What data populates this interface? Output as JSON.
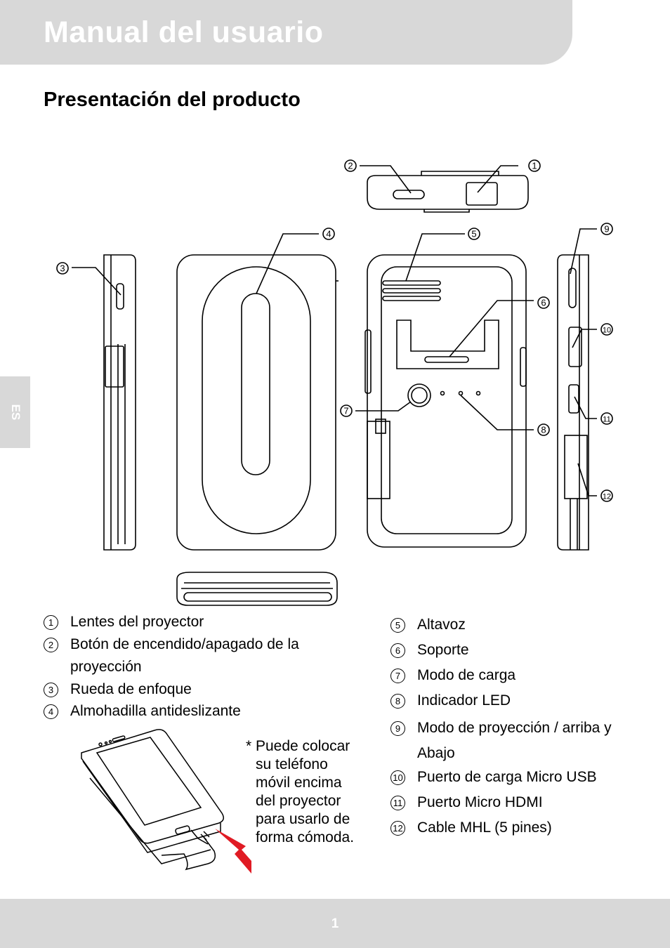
{
  "header": {
    "title": "Manual del usuario"
  },
  "section": {
    "title": "Presentación del producto"
  },
  "language_tab": "ES",
  "callouts": [
    "1",
    "2",
    "3",
    "4",
    "5",
    "6",
    "7",
    "8",
    "9",
    "10",
    "11",
    "12"
  ],
  "legend_left": [
    {
      "num": "1",
      "text": "Lentes del proyector"
    },
    {
      "num": "2",
      "text": "Botón de encendido/apagado de la proyección"
    },
    {
      "num": "3",
      "text": "Rueda de enfoque"
    },
    {
      "num": "4",
      "text": "Almohadilla antideslizante"
    }
  ],
  "legend_right": [
    {
      "num": "5",
      "text": "Altavoz"
    },
    {
      "num": "6",
      "text": "Soporte"
    },
    {
      "num": "7",
      "text": "Modo de carga"
    },
    {
      "num": "8",
      "text": "Indicador LED"
    },
    {
      "num": "9",
      "text": "Modo de proyección / arriba y Abajo"
    },
    {
      "num": "10",
      "text": "Puerto de carga Micro USB"
    },
    {
      "num": "11",
      "text": "Puerto Micro HDMI"
    },
    {
      "num": "12",
      "text": "Cable MHL (5 pines)"
    }
  ],
  "note": {
    "marker": "*",
    "text": "Puede colocar su teléfono móvil encima del proyector para usarlo de forma cómoda."
  },
  "footer": {
    "page_number": "1"
  },
  "colors": {
    "band": "#d8d8d8",
    "arrow": "#e01b24"
  }
}
